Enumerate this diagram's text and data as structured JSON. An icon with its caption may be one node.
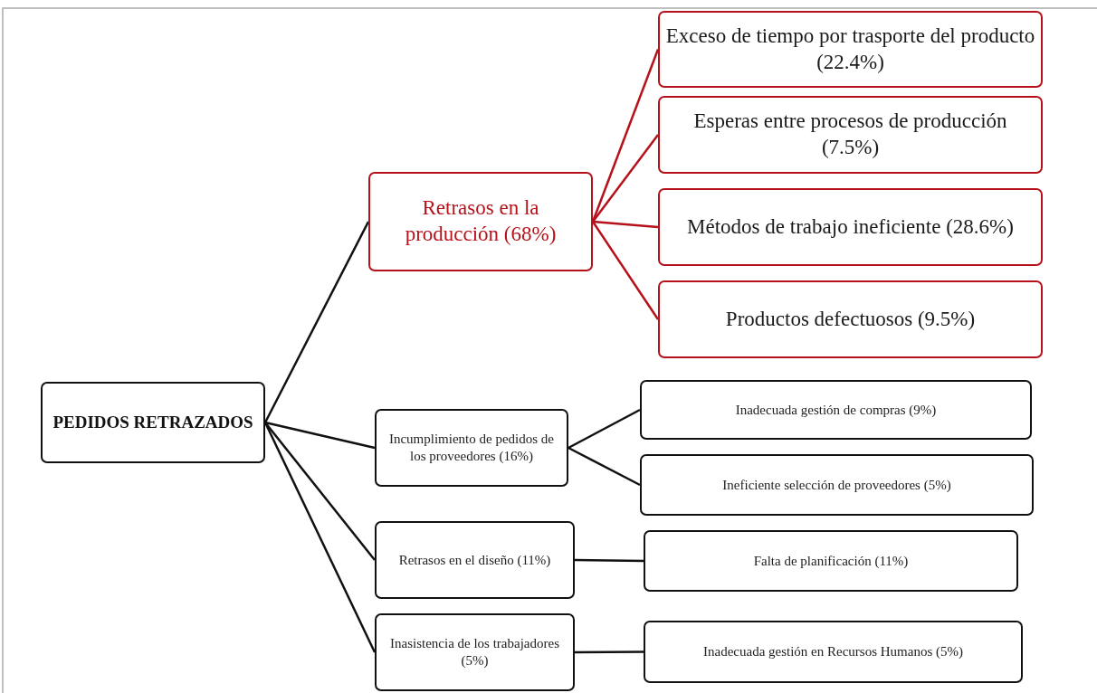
{
  "diagram": {
    "nodes": [
      {
        "text": [
          "PEDIDOS RETRAZADOS"
        ]
      },
      {
        "text": [
          "Retrasos en la producción (68%)"
        ]
      },
      {
        "text": [
          "Exceso de tiempo por trasporte del producto (22.4%)"
        ]
      },
      {
        "text": [
          "Esperas entre procesos de producción (7.5%)"
        ]
      },
      {
        "text": [
          "Métodos de trabajo ineficiente (28.6%)"
        ]
      },
      {
        "text": [
          "Productos defectuosos (9.5%)"
        ]
      },
      {
        "text": [
          "Incumplimiento de pedidos de los proveedores (16%)"
        ]
      },
      {
        "text": [
          "Inadecuada gestión de compras (9%)"
        ]
      },
      {
        "text": [
          "Ineficiente selección de proveedores (5%)"
        ]
      },
      {
        "text": [
          "Retrasos en el diseño (11%)"
        ]
      },
      {
        "text": [
          "Falta de planificación (11%)"
        ]
      },
      {
        "text": [
          "Inasistencia de los trabajadores (5%)"
        ]
      },
      {
        "text": [
          "Inadecuada gestión en Recursos Humanos (5%)"
        ]
      }
    ],
    "edges": [
      {
        "from": 0,
        "to": 1,
        "arrow": "none"
      },
      {
        "from": 0,
        "to": 6,
        "arrow": "none"
      },
      {
        "from": 0,
        "to": 9,
        "arrow": "none"
      },
      {
        "from": 0,
        "to": 11,
        "arrow": "none"
      },
      {
        "from": 1,
        "to": 2,
        "arrow": "none",
        "color": "#b5121b"
      },
      {
        "from": 1,
        "to": 3,
        "arrow": "none",
        "color": "#b5121b"
      },
      {
        "from": 1,
        "to": 4,
        "arrow": "none",
        "color": "#b5121b"
      },
      {
        "from": 1,
        "to": 5,
        "arrow": "none",
        "color": "#b5121b"
      },
      {
        "from": 6,
        "to": 7,
        "arrow": "none"
      },
      {
        "from": 6,
        "to": 8,
        "arrow": "none"
      },
      {
        "from": 9,
        "to": 10,
        "arrow": "none"
      },
      {
        "from": 11,
        "to": 12,
        "arrow": "none"
      }
    ]
  }
}
